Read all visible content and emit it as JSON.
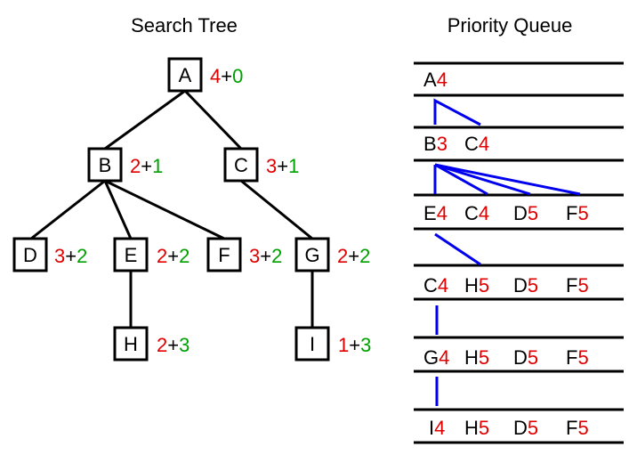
{
  "titles": {
    "tree": "Search Tree",
    "queue": "Priority Queue"
  },
  "colors": {
    "red": "#e00000",
    "green": "#00a000",
    "blue": "#0000ee"
  },
  "nodes": {
    "A": {
      "label": "A",
      "h": "4",
      "op": "+",
      "g": "0"
    },
    "B": {
      "label": "B",
      "h": "2",
      "op": "+",
      "g": "1"
    },
    "C": {
      "label": "C",
      "h": "3",
      "op": "+",
      "g": "1"
    },
    "D": {
      "label": "D",
      "h": "3",
      "op": "+",
      "g": "2"
    },
    "E": {
      "label": "E",
      "h": "2",
      "op": "+",
      "g": "2"
    },
    "F": {
      "label": "F",
      "h": "3",
      "op": "+",
      "g": "2"
    },
    "G": {
      "label": "G",
      "h": "2",
      "op": "+",
      "g": "2"
    },
    "H": {
      "label": "H",
      "h": "2",
      "op": "+",
      "g": "3"
    },
    "I": {
      "label": "I",
      "h": "1",
      "op": "+",
      "g": "3"
    }
  },
  "queue": {
    "row1": [
      {
        "n": "A",
        "v": "4"
      }
    ],
    "row2": [
      {
        "n": "B",
        "v": "3"
      },
      {
        "n": "C",
        "v": "4"
      }
    ],
    "row3": [
      {
        "n": "E",
        "v": "4"
      },
      {
        "n": "C",
        "v": "4"
      },
      {
        "n": "D",
        "v": "5"
      },
      {
        "n": "F",
        "v": "5"
      }
    ],
    "row4": [
      {
        "n": "C",
        "v": "4"
      },
      {
        "n": "H",
        "v": "5"
      },
      {
        "n": "D",
        "v": "5"
      },
      {
        "n": "F",
        "v": "5"
      }
    ],
    "row5": [
      {
        "n": "G",
        "v": "4"
      },
      {
        "n": "H",
        "v": "5"
      },
      {
        "n": "D",
        "v": "5"
      },
      {
        "n": "F",
        "v": "5"
      }
    ],
    "row6": [
      {
        "n": "I",
        "v": "4"
      },
      {
        "n": "H",
        "v": "5"
      },
      {
        "n": "D",
        "v": "5"
      },
      {
        "n": "F",
        "v": "5"
      }
    ]
  }
}
